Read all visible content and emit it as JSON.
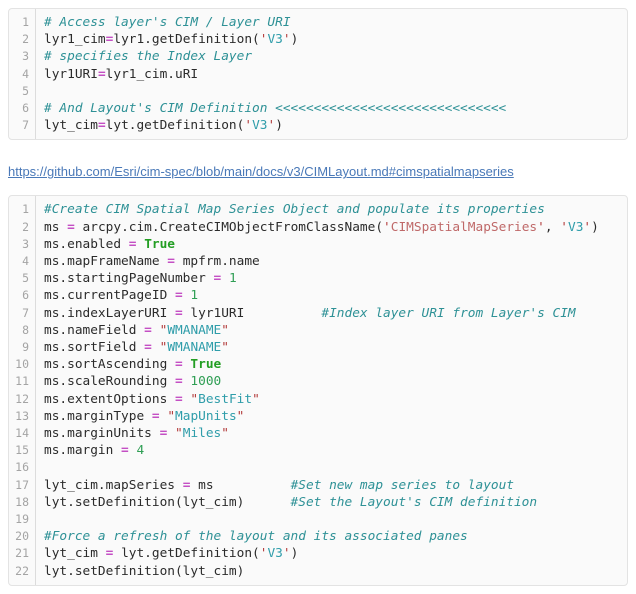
{
  "link": {
    "text": "https://github.com/Esri/cim-spec/blob/main/docs/v3/CIMLayout.md#cimspatialmapseries"
  },
  "palette": {
    "code_background": "#fafafa",
    "code_border": "#e3e3e3",
    "line_number": "#a4a4a4",
    "default_text": "#2b2b2b",
    "comment_teal": "#2e9196",
    "operator_orchid": "#c44fc4",
    "keyword_green": "#239e23",
    "number_green": "#2f9e54",
    "quote_red": "#b23a3a",
    "string_teal": "#2f9daa",
    "string_rose": "#bf6868",
    "link_blue": "#4a79b8"
  },
  "code_blocks": [
    {
      "name": "cim-access-snippet",
      "lines": [
        [
          [
            "c",
            "# Access layer's CIM / Layer URI"
          ]
        ],
        [
          [
            "d",
            "lyr1_cim"
          ],
          [
            "o",
            "="
          ],
          [
            "d",
            "lyr1.getDefinition("
          ],
          [
            "q",
            "'"
          ],
          [
            "s",
            "V3"
          ],
          [
            "q",
            "'"
          ],
          [
            "d",
            ")"
          ]
        ],
        [
          [
            "c",
            "# specifies the Index Layer"
          ]
        ],
        [
          [
            "d",
            "lyr1URI"
          ],
          [
            "o",
            "="
          ],
          [
            "d",
            "lyr1_cim.uRI"
          ]
        ],
        [],
        [
          [
            "c",
            "# And Layout's CIM Definition <<<<<<<<<<<<<<<<<<<<<<<<<<<<<<"
          ]
        ],
        [
          [
            "d",
            "lyt_cim"
          ],
          [
            "o",
            "="
          ],
          [
            "d",
            "lyt.getDefinition("
          ],
          [
            "q",
            "'"
          ],
          [
            "s",
            "V3"
          ],
          [
            "q",
            "'"
          ],
          [
            "d",
            ")"
          ]
        ]
      ]
    },
    {
      "name": "map-series-snippet",
      "lines": [
        [
          [
            "c",
            "#Create CIM Spatial Map Series Object and populate its properties"
          ]
        ],
        [
          [
            "d",
            "ms "
          ],
          [
            "o",
            "="
          ],
          [
            "d",
            " arcpy.cim.CreateCIMObjectFromClassName("
          ],
          [
            "q",
            "'"
          ],
          [
            "r",
            "CIMSpatialMapSeries"
          ],
          [
            "q",
            "'"
          ],
          [
            "d",
            ", "
          ],
          [
            "q",
            "'"
          ],
          [
            "s",
            "V3"
          ],
          [
            "q",
            "'"
          ],
          [
            "d",
            ")"
          ]
        ],
        [
          [
            "d",
            "ms.enabled "
          ],
          [
            "o",
            "="
          ],
          [
            "d",
            " "
          ],
          [
            "k",
            "True"
          ]
        ],
        [
          [
            "d",
            "ms.mapFrameName "
          ],
          [
            "o",
            "="
          ],
          [
            "d",
            " mpfrm.name"
          ]
        ],
        [
          [
            "d",
            "ms.startingPageNumber "
          ],
          [
            "o",
            "="
          ],
          [
            "d",
            " "
          ],
          [
            "n",
            "1"
          ]
        ],
        [
          [
            "d",
            "ms.currentPageID "
          ],
          [
            "o",
            "="
          ],
          [
            "d",
            " "
          ],
          [
            "n",
            "1"
          ]
        ],
        [
          [
            "d",
            "ms.indexLayerURI "
          ],
          [
            "o",
            "="
          ],
          [
            "d",
            " lyr1URI          "
          ],
          [
            "c",
            "#Index layer URI from Layer's CIM"
          ]
        ],
        [
          [
            "d",
            "ms.nameField "
          ],
          [
            "o",
            "="
          ],
          [
            "d",
            " "
          ],
          [
            "q",
            "\""
          ],
          [
            "s",
            "WMANAME"
          ],
          [
            "q",
            "\""
          ]
        ],
        [
          [
            "d",
            "ms.sortField "
          ],
          [
            "o",
            "="
          ],
          [
            "d",
            " "
          ],
          [
            "q",
            "\""
          ],
          [
            "s",
            "WMANAME"
          ],
          [
            "q",
            "\""
          ]
        ],
        [
          [
            "d",
            "ms.sortAscending "
          ],
          [
            "o",
            "="
          ],
          [
            "d",
            " "
          ],
          [
            "k",
            "True"
          ]
        ],
        [
          [
            "d",
            "ms.scaleRounding "
          ],
          [
            "o",
            "="
          ],
          [
            "d",
            " "
          ],
          [
            "n",
            "1000"
          ]
        ],
        [
          [
            "d",
            "ms.extentOptions "
          ],
          [
            "o",
            "="
          ],
          [
            "d",
            " "
          ],
          [
            "q",
            "\""
          ],
          [
            "s",
            "BestFit"
          ],
          [
            "q",
            "\""
          ]
        ],
        [
          [
            "d",
            "ms.marginType "
          ],
          [
            "o",
            "="
          ],
          [
            "d",
            " "
          ],
          [
            "q",
            "\""
          ],
          [
            "s",
            "MapUnits"
          ],
          [
            "q",
            "\""
          ]
        ],
        [
          [
            "d",
            "ms.marginUnits "
          ],
          [
            "o",
            "="
          ],
          [
            "d",
            " "
          ],
          [
            "q",
            "\""
          ],
          [
            "s",
            "Miles"
          ],
          [
            "q",
            "\""
          ]
        ],
        [
          [
            "d",
            "ms.margin "
          ],
          [
            "o",
            "="
          ],
          [
            "d",
            " "
          ],
          [
            "n",
            "4"
          ]
        ],
        [],
        [
          [
            "d",
            "lyt_cim.mapSeries "
          ],
          [
            "o",
            "="
          ],
          [
            "d",
            " ms          "
          ],
          [
            "c",
            "#Set new map series to layout"
          ]
        ],
        [
          [
            "d",
            "lyt.setDefinition(lyt_cim)      "
          ],
          [
            "c",
            "#Set the Layout's CIM definition"
          ]
        ],
        [],
        [
          [
            "c",
            "#Force a refresh of the layout and its associated panes"
          ]
        ],
        [
          [
            "d",
            "lyt_cim "
          ],
          [
            "o",
            "="
          ],
          [
            "d",
            " lyt.getDefinition("
          ],
          [
            "q",
            "'"
          ],
          [
            "s",
            "V3"
          ],
          [
            "q",
            "'"
          ],
          [
            "d",
            ")"
          ]
        ],
        [
          [
            "d",
            "lyt.setDefinition(lyt_cim)"
          ]
        ]
      ]
    }
  ]
}
